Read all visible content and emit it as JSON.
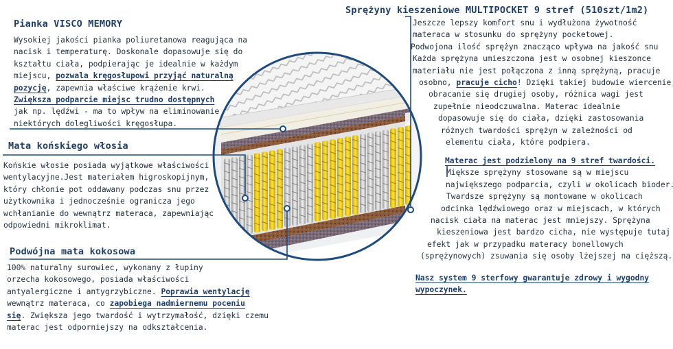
{
  "visco": {
    "title": "Pianka VISCO MEMORY",
    "l1": "Wysokiej jakości pianka poliuretanowa reagująca na",
    "l2": "nacisk i temperaturę. Doskonale dopasowuje się do",
    "l3": "kształtu ciała, podpierając je idealnie w każdym",
    "l4a": "miejscu, ",
    "l4b": "pozwala kręgosłupowi przyjąć naturalną",
    "l5a": "pozycję",
    "l5b": ", zapewnia właściwe krążenie krwi.",
    "l6": "Zwiększa podparcie miejsc trudno dostępnych",
    "l7": "jak np. lędźwi - ma to wpływ na eliminowanie",
    "l8": "niektórych dolegliwości kręgosłupa."
  },
  "horsehair": {
    "title": "Mata końskiego włosia",
    "l1": "Końskie włosie posiada wyjątkowe właściwości",
    "l2": "wentylacyjne.Jest materiałem higroskopijnym,",
    "l3": "który chłonie pot oddawany podczas snu przez",
    "l4": "użytkownika i jednocześnie ogranicza jego",
    "l5": "wchłanianie do wewnątrz materaca, zapewniając",
    "l6": "odpowiedni mikroklimat."
  },
  "coconut": {
    "title": "Podwójna mata kokosowa",
    "l1": "100% naturalny surowiec, wykonany z łupiny",
    "l2": "orzecha kokosowego, posiada właściwości",
    "l3a": "antyalergiczne i antygrzybiczne. ",
    "l3b": "Poprawia wentylację",
    "l4a": "wewnątrz materaca, co ",
    "l4b": "zapobiega nadmiernemu poceniu",
    "l5a": "się",
    "l5b": ". Zwiększa jego twardość i wytrzymałość, dzięki czemu",
    "l6": "materac jest odporniejszy na odkształcenia."
  },
  "springs": {
    "title": "Sprężyny kieszeniowe MULTIPOCKET 9 stref (510szt/1m2)",
    "l1": "Jeszcze lepszy komfort snu i wydłużona żywotność",
    "l2": "materaca w stosunku do sprężyny pocketowej.",
    "l3": "Podwojona ilość sprężyn znacząco wpływa na jakość snu",
    "l4": "Każda sprężyna umieszczona jest w osobnej kieszonce",
    "l5": "materiału nie jest połączona z inną sprężyną, pracuje",
    "l6a": "osobno, ",
    "l6b": "pracuje cicho",
    "l6c": "! Dzięki takiej budowie wiercenie,",
    "l7": "obracanie się drugiej osoby, różnica wagi jest",
    "l8": "zupełnie nieodczuwalna. Materac idealnie",
    "l9": "dopasowuje się do ciała, dzięki zastosowania",
    "l10": "różnych twardości sprężyn w zależności od",
    "l11": "elementu ciała, które podpiera."
  },
  "zones": {
    "title": "Materac jest podzielony na 9 stref twardości.",
    "l1": "Miększe sprężyny stosowane są w miejscu",
    "l2": "największego podparcia, czyli w okolicach bioder.",
    "l3": "Twardsze sprężyny są montowane w okolicach",
    "l4": "odcinka lędźwiowego oraz w miejscach, w których",
    "l5": "nacisk ciała na materac jest mniejszy. Sprężyna",
    "l6": "kieszeniowa jest bardzo cicha, nie występuje tutaj",
    "l7": "efekt jak w przypadku materacy bonellowych",
    "l8": "(sprężynowych) zsuwania się osoby lżejszej na cięższą."
  },
  "footer": {
    "l1": "Nasz system 9 sterfowy gwarantuje zdrowy i wygodny",
    "l2": "wypoczynek."
  },
  "colors": {
    "accent": "#1f3f6a",
    "spring_yellow": "#f2d21a",
    "spring_gray": "#d6d6d6"
  }
}
